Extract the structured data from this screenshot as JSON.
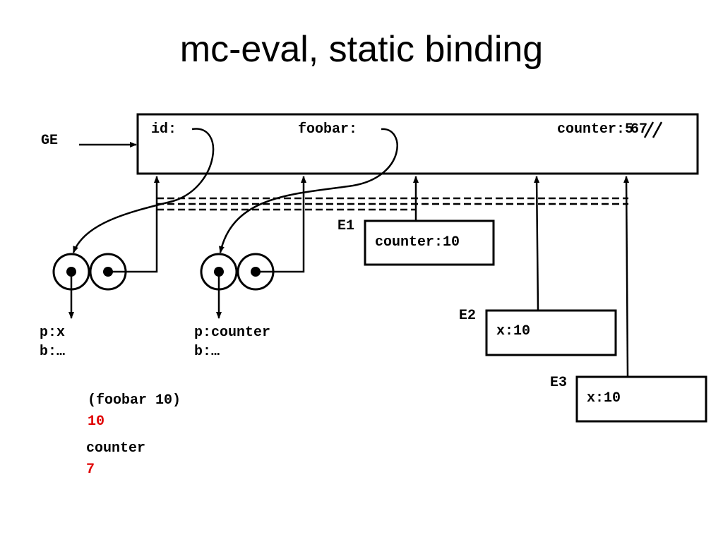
{
  "title": "mc-eval, static binding",
  "global_env": {
    "label": "GE",
    "bindings": {
      "id": "id:",
      "foobar": "foobar:",
      "counter_prefix": "counter:",
      "counter_struck_1": "5",
      "counter_struck_2": "6",
      "counter_current": "7"
    }
  },
  "procedures": [
    {
      "params": "p:x",
      "body": "b:…"
    },
    {
      "params": "p:counter",
      "body": "b:…"
    }
  ],
  "frames": [
    {
      "label": "E1",
      "binding": "counter:10"
    },
    {
      "label": "E2",
      "binding": "x:10"
    },
    {
      "label": "E3",
      "binding": "x:10"
    }
  ],
  "repl": {
    "expr1": "(foobar 10)",
    "result1": "10",
    "expr2": "counter",
    "result2": "7"
  },
  "colors": {
    "result": "#e00000",
    "ink": "#000000"
  }
}
